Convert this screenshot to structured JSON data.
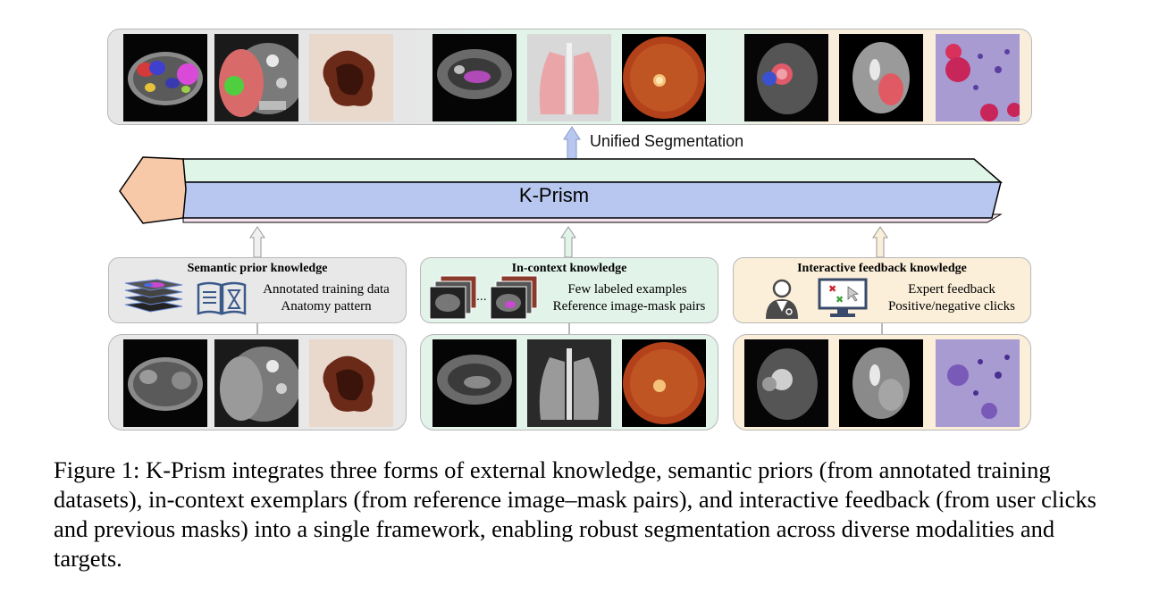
{
  "top_label": "Unified Segmentation",
  "prism_label": "K-Prism",
  "semantic": {
    "title": "Semantic prior knowledge",
    "line1": "Annotated training data",
    "line2": "Anatomy pattern"
  },
  "incontext": {
    "title": "In-context knowledge",
    "ellipsis": "...",
    "line1": "Few labeled examples",
    "line2": "Reference image-mask pairs"
  },
  "interactive": {
    "title": "Interactive feedback knowledge",
    "line1": "Expert feedback",
    "line2": "Positive/negative clicks"
  },
  "caption": {
    "lead": "Figure 1:",
    "text": " K-Prism integrates three forms of external knowledge, semantic priors (from annotated training datasets), in-context exemplars (from reference image–mask pairs), and interactive feedback (from user clicks and previous masks) into a single framework, enabling robust segmentation across diverse modalities and targets."
  },
  "colors": {
    "gray_panel": "#e8e8e8",
    "green_panel": "#e2f3ea",
    "orange_panel": "#fbefd9",
    "prism_front": "#b7c7ef",
    "prism_top": "#dff5e8",
    "prism_bottom": "#f6e3ef",
    "prism_end": "#f8c9a8"
  }
}
